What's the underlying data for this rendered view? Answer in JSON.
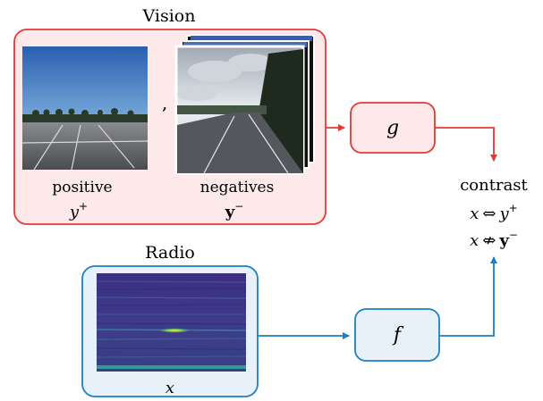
{
  "vision": {
    "title": "Vision",
    "separator": ",",
    "positive_label": "positive",
    "positive_symbol": "y",
    "positive_sup": "+",
    "negatives_label": "negatives",
    "negatives_symbol": "y",
    "negatives_sup": "−",
    "color": "#e53935",
    "fill": "#fde9e9"
  },
  "radio": {
    "title": "Radio",
    "symbol": "x",
    "color": "#1f7fc0",
    "fill": "#e6f1fa"
  },
  "encoders": {
    "g_label": "g",
    "f_label": "f"
  },
  "contrast": {
    "title": "contrast",
    "line1_x": "x",
    "line1_op": "⇔",
    "line1_y": "y",
    "line1_sup": "+",
    "line2_x": "x",
    "line2_op": "⇎",
    "line2_y": "y",
    "line2_sup": "−"
  },
  "icons": {
    "positive_image": "parking-lot-photo-icon",
    "negative_images": "road-photo-stack-icon",
    "spectrogram": "radio-spectrogram-icon"
  }
}
